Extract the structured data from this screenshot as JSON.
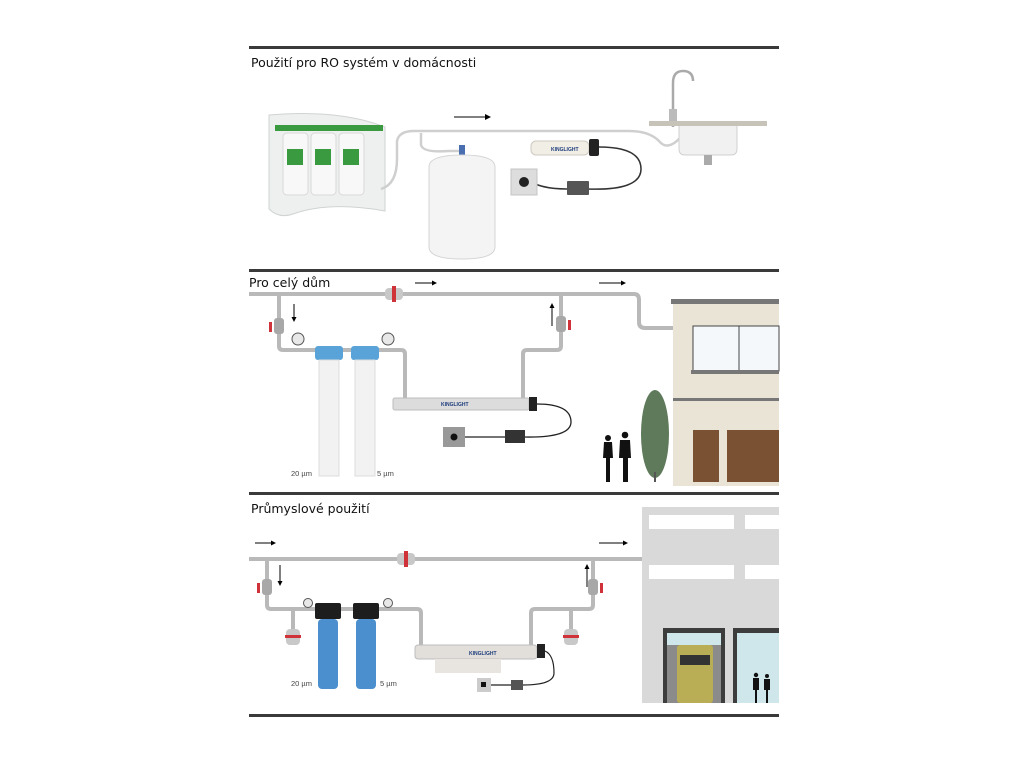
{
  "panels": [
    {
      "id": "ro",
      "title": "Použití pro RO systém v domácnosti",
      "brand_text": "KINGLIGHT"
    },
    {
      "id": "house",
      "title": "Pro celý dům",
      "brand_text": "KINGLIGHT",
      "filter_labels": [
        "20 µm",
        "5 µm"
      ]
    },
    {
      "id": "industrial",
      "title": "Průmyslové použití",
      "brand_text": "KINGLIGHT",
      "filter_labels": [
        "20 µm",
        "5 µm"
      ]
    }
  ],
  "colors": {
    "rule": "#3a3a3a",
    "pipe": "#b9b9b9",
    "valve_red": "#d0323a",
    "filter_blue_cap": "#5aa3d8",
    "filter_blue_body": "#4c8fce",
    "green_label": "#3a9a3f",
    "house_wall": "#e9e4d6",
    "door_brown": "#7a5233",
    "tree_green": "#5e7a5a",
    "building_grey": "#d9d9d9",
    "window_sky": "#cfe6ea",
    "truck_yellow": "#b9ad55"
  }
}
